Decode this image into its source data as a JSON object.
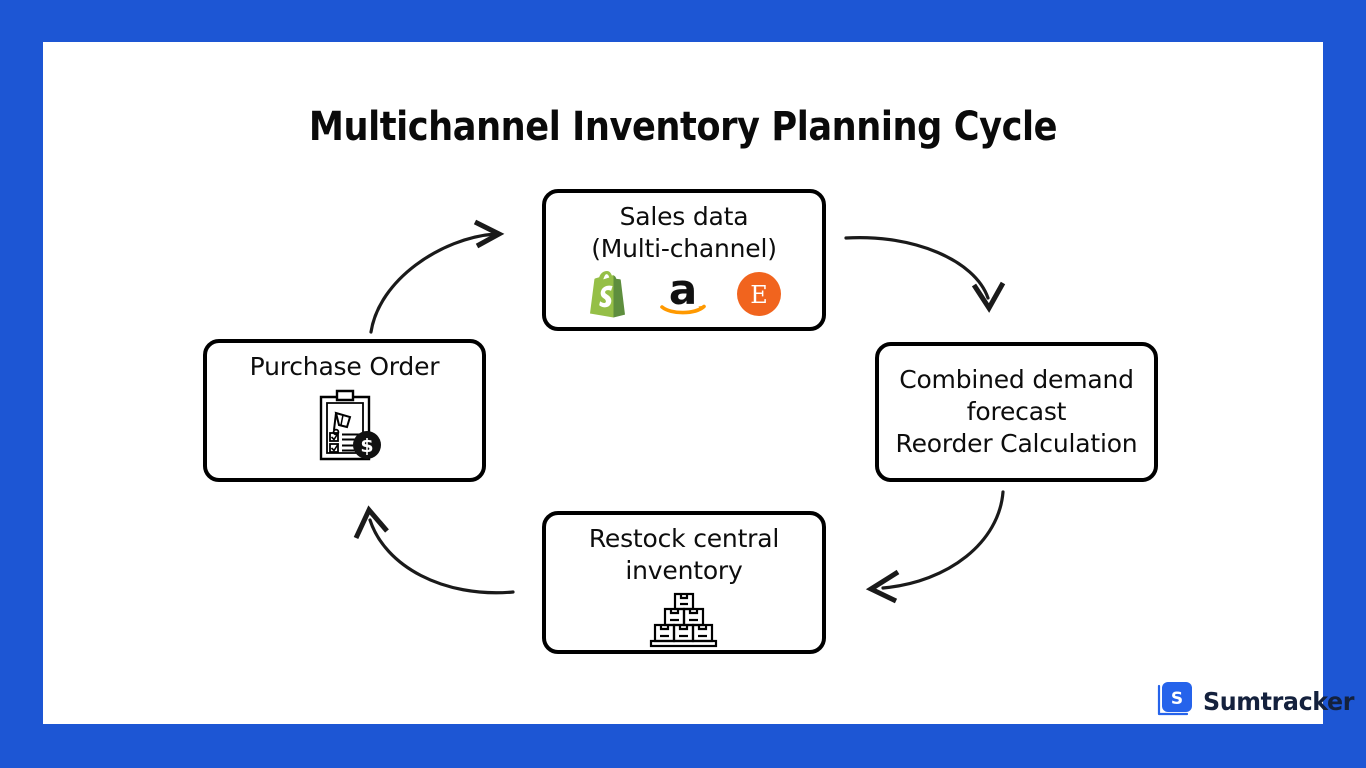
{
  "page": {
    "title": "Multichannel Inventory Planning Cycle",
    "frame_color": "#1d56d4",
    "card_color": "#ffffff",
    "node_border_color": "#000000",
    "text_color": "#0d0d0d"
  },
  "nodes": [
    {
      "id": "sales",
      "label": "Sales data\n(Multi-channel)",
      "icons": [
        {
          "name": "shopify-logo-icon",
          "label": "Shopify",
          "color": "#95bf47"
        },
        {
          "name": "amazon-logo-icon",
          "label": "Amazon",
          "color": "#ff9900"
        },
        {
          "name": "etsy-logo-icon",
          "label": "Etsy",
          "color": "#f1641e"
        }
      ]
    },
    {
      "id": "forecast",
      "label": "Combined demand\nforecast\nReorder Calculation",
      "icons": []
    },
    {
      "id": "restock",
      "label": "Restock central\ninventory",
      "icons": [
        {
          "name": "stacked-boxes-icon",
          "label": "Stacked boxes",
          "color": "#000000"
        }
      ]
    },
    {
      "id": "purchase-order",
      "label": "Purchase Order",
      "icons": [
        {
          "name": "clipboard-dollar-icon",
          "label": "Purchase order clipboard",
          "color": "#000000"
        }
      ]
    }
  ],
  "arrows": [
    {
      "name": "arrow-sales-to-forecast",
      "from": "sales",
      "to": "forecast",
      "direction": "clockwise"
    },
    {
      "name": "arrow-forecast-to-restock",
      "from": "forecast",
      "to": "restock",
      "direction": "clockwise"
    },
    {
      "name": "arrow-restock-to-purchase-order",
      "from": "restock",
      "to": "purchase-order",
      "direction": "clockwise"
    },
    {
      "name": "arrow-purchase-order-to-sales",
      "from": "purchase-order",
      "to": "sales",
      "direction": "clockwise"
    }
  ],
  "logo": {
    "mark_letter": "S",
    "wordmark": "Sumtracker",
    "mark_color": "#2563eb",
    "word_color": "#14213d"
  }
}
